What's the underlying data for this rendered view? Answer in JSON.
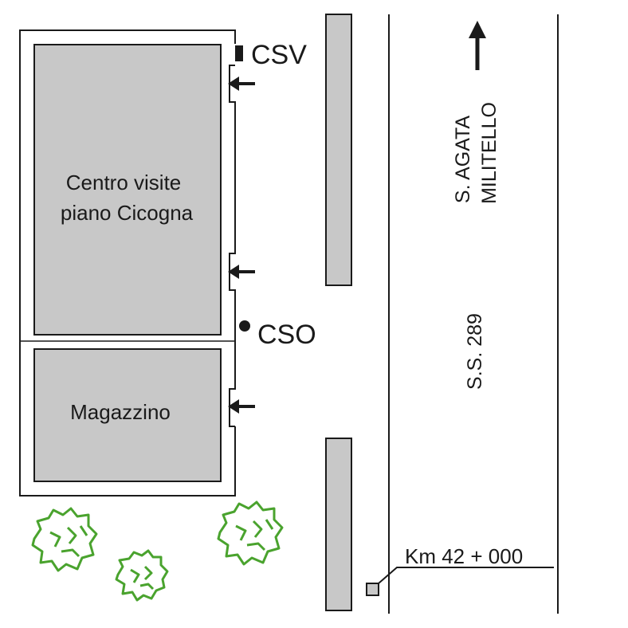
{
  "labels": {
    "visitor_center_line1": "Centro visite",
    "visitor_center_line2": "piano Cicogna",
    "warehouse": "Magazzino",
    "csv": "CSV",
    "cso": "CSO",
    "direction_line1": "S. AGATA",
    "direction_line2": "MILITELLO",
    "road_name": "S.S. 289",
    "km_marker": "Km 42 + 000"
  },
  "colors": {
    "building_fill": "#c8c8c8",
    "outline": "#1a1a1a",
    "tree": "#4aa32e"
  },
  "icons": {
    "direction": "arrow-up-icon",
    "entrances": "arrow-left-icon",
    "csv": "square-marker-icon",
    "cso": "dot-marker-icon",
    "trees": "tree-icon",
    "km": "square-marker-icon"
  }
}
